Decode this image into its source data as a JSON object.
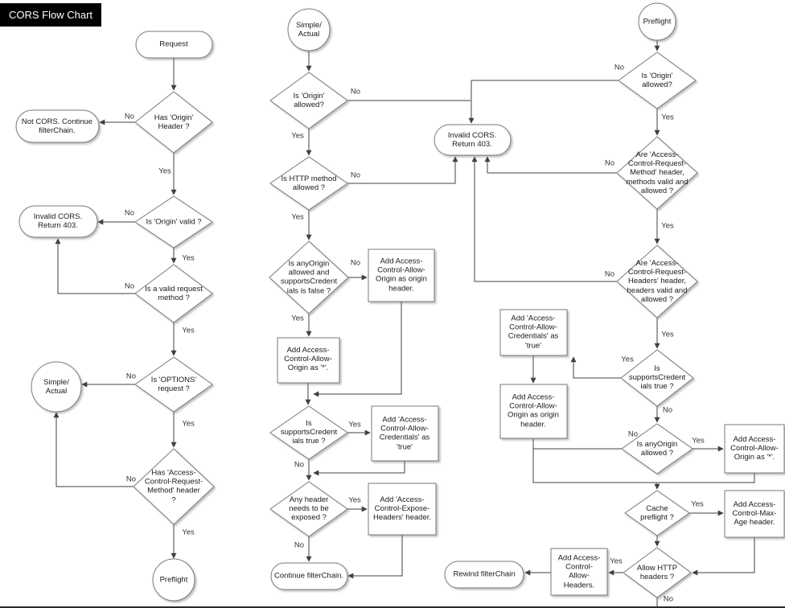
{
  "title": "CORS Flow Chart",
  "edge_labels": {
    "yes": "Yes",
    "no": "No"
  },
  "colors": {
    "shape_fill": "#ffffff",
    "shape_stroke": "#7a7a7a",
    "connector": "#404040",
    "title_bg": "#000000",
    "title_text": "#ffffff"
  },
  "nodes": {
    "c1_request": "Request",
    "c1_has_origin": "Has 'Origin'\nHeader ?",
    "c1_not_cors": "Not CORS. Continue\nfilterChain.",
    "c1_origin_valid": "Is 'Origin' valid ?",
    "c1_invalid_cors": "Invalid CORS.\nReturn 403.",
    "c1_valid_method": "Is a valid request\nmethod ?",
    "c1_options": "Is 'OPTIONS'\nrequest ?",
    "c1_simple_actual": "Simple/\nActual",
    "c1_acrm": "Has 'Access-\nControl-Request-\nMethod' header\n?",
    "c1_preflight": "Preflight",
    "c2_simple_actual": "Simple/\nActual",
    "c2_origin_allowed": "Is 'Origin'\nallowed?",
    "c2_invalid_cors": "Invalid CORS.\nReturn 403.",
    "c2_http_method": "Is HTTP method\nallowed ?",
    "c2_anyorigin_supports": "Is anyOrigin\nallowed and\nsupportsCredent\nials is false ?",
    "c2_acao_origin": "Add Access-\nControl-Allow-\nOrigin as origin\nheader.",
    "c2_acao_star": "Add Access-\nControl-Allow-\nOrigin as '*'.",
    "c2_supports_cred": "Is\nsupportsCredent\nials true ?",
    "c2_acac_true": "Add 'Access-\nControl-Allow-\nCredentials' as\n'true'",
    "c2_any_header": "Any header\nneeds to be\nexposed ?",
    "c2_expose": "Add 'Access-\nControl-Expose-\nHeaders' header.",
    "c2_continue": "Continue filterChain.",
    "c3_preflight": "Preflight",
    "c3_origin_allowed": "Is 'Origin'\nallowed?",
    "c3_acrm": "Are 'Access-\nControl-Request-\nMethod' header,\nmethods valid and\nallowed ?",
    "c3_acrh": "Are 'Access-\nControl-Request-\nHeaders' header,\nheaders valid and\nallowed ?",
    "c3_supports_cred": "Is\nsupportsCredent\nials true ?",
    "c3_acac_true": "Add 'Access-\nControl-Allow-\nCredentials' as\n'true'",
    "c3_acao_origin": "Add Access-\nControl-Allow-\nOrigin as origin\nheader.",
    "c3_anyorigin": "Is anyOrigin\nallowed ?",
    "c3_acao_star": "Add Access-\nControl-Allow-\nOrigin as '*'.",
    "c3_cache": "Cache\npreflight ?",
    "c3_max_age": "Add Access-\nControl-Max-\nAge header.",
    "c3_allow_http": "Allow HTTP\nheaders ?",
    "c3_allow_headers": "Add Access-\nControl-\nAllow-\nHeaders.",
    "c3_rewind": "Rewind filterChain"
  }
}
